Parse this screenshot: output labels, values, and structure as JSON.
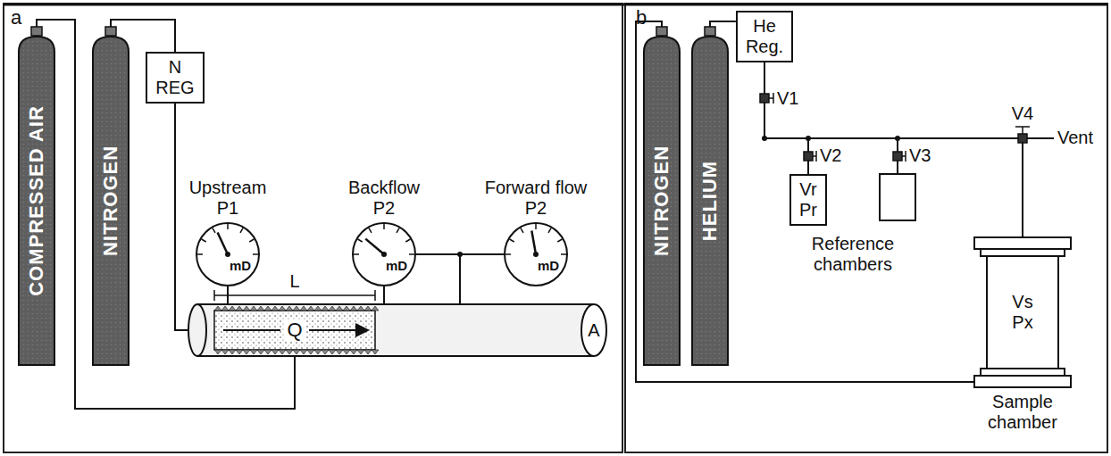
{
  "diagram": {
    "nodes": [
      {
        "text": [
          "COMPRESSED AIR"
        ]
      },
      {
        "text": [
          "NITROGEN"
        ]
      },
      {
        "text": [
          "N REG"
        ]
      },
      {
        "text": [
          "Upstream P1",
          "mD"
        ]
      },
      {
        "text": [
          "Backflow P2",
          "mD"
        ]
      },
      {
        "text": [
          "Forward flow P2",
          "mD"
        ]
      },
      {
        "text": [
          "Q",
          "A"
        ]
      },
      {
        "text": [
          "NITROGEN"
        ]
      },
      {
        "text": [
          "HELIUM"
        ]
      },
      {
        "text": [
          "He Reg."
        ]
      },
      {
        "text": [
          "Vr Pr"
        ]
      },
      {
        "text": [
          "Vs Px",
          "Sample chamber"
        ]
      }
    ],
    "edges": [
      {
        "from": 0,
        "to": 6,
        "arrow": "none"
      },
      {
        "from": 1,
        "to": 2,
        "arrow": "none"
      },
      {
        "from": 2,
        "to": 6,
        "arrow": "none"
      },
      {
        "from": 3,
        "to": 6,
        "arrow": "none"
      },
      {
        "from": 4,
        "to": 6,
        "arrow": "none"
      },
      {
        "from": 5,
        "to": 6,
        "arrow": "none"
      },
      {
        "from": 8,
        "to": 9,
        "arrow": "none"
      },
      {
        "from": 9,
        "to": 10,
        "arrow": "none"
      },
      {
        "from": 9,
        "to": 11,
        "arrow": "none"
      },
      {
        "from": 7,
        "to": 11,
        "arrow": "none"
      }
    ],
    "labels": [
      "a",
      "b",
      "L",
      "V1",
      "V2",
      "V3",
      "V4",
      "Vent",
      "Reference chambers"
    ]
  }
}
